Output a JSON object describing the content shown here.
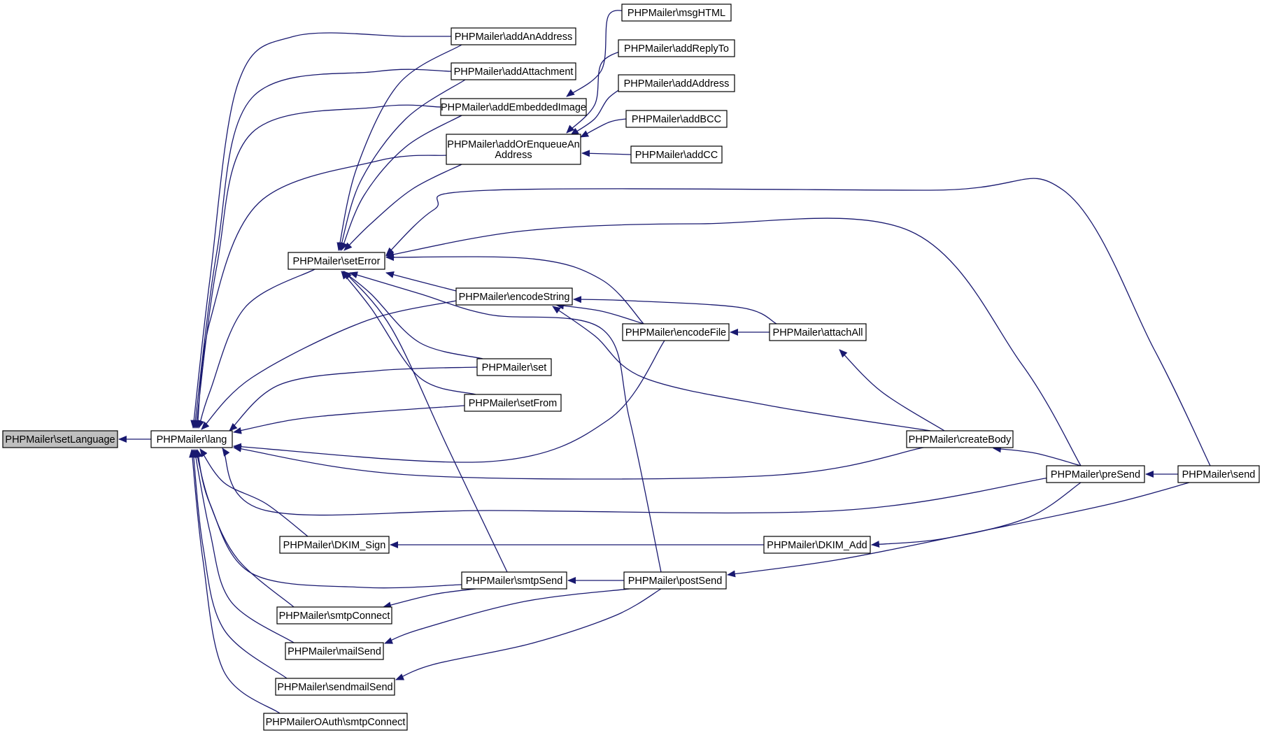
{
  "graph": {
    "title": "",
    "edge_color": "#191970",
    "root_fill": "#bfbfbf",
    "nodes": [
      {
        "id": "setLanguage",
        "label": "PHPMailer\\setLanguage",
        "root": true
      },
      {
        "id": "lang",
        "label": "PHPMailer\\lang"
      },
      {
        "id": "addAnAddress",
        "label": "PHPMailer\\addAnAddress"
      },
      {
        "id": "addAttachment",
        "label": "PHPMailer\\addAttachment"
      },
      {
        "id": "addEmbeddedImage",
        "label": "PHPMailer\\addEmbeddedImage"
      },
      {
        "id": "addOrEnqueue",
        "label": "PHPMailer\\addOrEnqueueAn Address"
      },
      {
        "id": "setError",
        "label": "PHPMailer\\setError"
      },
      {
        "id": "encodeString",
        "label": "PHPMailer\\encodeString"
      },
      {
        "id": "set",
        "label": "PHPMailer\\set"
      },
      {
        "id": "setFrom",
        "label": "PHPMailer\\setFrom"
      },
      {
        "id": "DKIM_Sign",
        "label": "PHPMailer\\DKIM_Sign"
      },
      {
        "id": "smtpSend",
        "label": "PHPMailer\\smtpSend"
      },
      {
        "id": "smtpConnect",
        "label": "PHPMailer\\smtpConnect"
      },
      {
        "id": "mailSend",
        "label": "PHPMailer\\mailSend"
      },
      {
        "id": "sendmailSend",
        "label": "PHPMailer\\sendmailSend"
      },
      {
        "id": "oauthSmtpConnect",
        "label": "PHPMailerOAuth\\smtpConnect"
      },
      {
        "id": "msgHTML",
        "label": "PHPMailer\\msgHTML"
      },
      {
        "id": "addReplyTo",
        "label": "PHPMailer\\addReplyTo"
      },
      {
        "id": "addAddress",
        "label": "PHPMailer\\addAddress"
      },
      {
        "id": "addBCC",
        "label": "PHPMailer\\addBCC"
      },
      {
        "id": "addCC",
        "label": "PHPMailer\\addCC"
      },
      {
        "id": "encodeFile",
        "label": "PHPMailer\\encodeFile"
      },
      {
        "id": "attachAll",
        "label": "PHPMailer\\attachAll"
      },
      {
        "id": "createBody",
        "label": "PHPMailer\\createBody"
      },
      {
        "id": "preSend",
        "label": "PHPMailer\\preSend"
      },
      {
        "id": "send",
        "label": "PHPMailer\\send"
      },
      {
        "id": "DKIM_Add",
        "label": "PHPMailer\\DKIM_Add"
      },
      {
        "id": "postSend",
        "label": "PHPMailer\\postSend"
      }
    ],
    "edges": [
      {
        "from": "lang",
        "to": "setLanguage"
      },
      {
        "from": "addAnAddress",
        "to": "lang"
      },
      {
        "from": "addAttachment",
        "to": "lang"
      },
      {
        "from": "addEmbeddedImage",
        "to": "lang"
      },
      {
        "from": "addOrEnqueue",
        "to": "lang"
      },
      {
        "from": "setError",
        "to": "lang"
      },
      {
        "from": "encodeString",
        "to": "lang"
      },
      {
        "from": "set",
        "to": "lang"
      },
      {
        "from": "setFrom",
        "to": "lang"
      },
      {
        "from": "encodeFile",
        "to": "lang"
      },
      {
        "from": "createBody",
        "to": "lang"
      },
      {
        "from": "preSend",
        "to": "lang"
      },
      {
        "from": "DKIM_Sign",
        "to": "lang"
      },
      {
        "from": "smtpSend",
        "to": "lang"
      },
      {
        "from": "smtpConnect",
        "to": "lang"
      },
      {
        "from": "mailSend",
        "to": "lang"
      },
      {
        "from": "sendmailSend",
        "to": "lang"
      },
      {
        "from": "oauthSmtpConnect",
        "to": "lang"
      },
      {
        "from": "addAnAddress",
        "to": "setError"
      },
      {
        "from": "addAttachment",
        "to": "setError"
      },
      {
        "from": "addEmbeddedImage",
        "to": "setError"
      },
      {
        "from": "addOrEnqueue",
        "to": "setError"
      },
      {
        "from": "encodeString",
        "to": "setError"
      },
      {
        "from": "set",
        "to": "setError"
      },
      {
        "from": "setFrom",
        "to": "setError"
      },
      {
        "from": "encodeFile",
        "to": "setError"
      },
      {
        "from": "send",
        "to": "setError"
      },
      {
        "from": "preSend",
        "to": "setError"
      },
      {
        "from": "postSend",
        "to": "setError"
      },
      {
        "from": "smtpSend",
        "to": "setError"
      },
      {
        "from": "msgHTML",
        "to": "addEmbeddedImage"
      },
      {
        "from": "addReplyTo",
        "to": "addOrEnqueue"
      },
      {
        "from": "addAddress",
        "to": "addOrEnqueue"
      },
      {
        "from": "addBCC",
        "to": "addOrEnqueue"
      },
      {
        "from": "addCC",
        "to": "addOrEnqueue"
      },
      {
        "from": "encodeFile",
        "to": "encodeString"
      },
      {
        "from": "attachAll",
        "to": "encodeString"
      },
      {
        "from": "createBody",
        "to": "encodeString"
      },
      {
        "from": "attachAll",
        "to": "encodeFile"
      },
      {
        "from": "createBody",
        "to": "attachAll"
      },
      {
        "from": "preSend",
        "to": "createBody"
      },
      {
        "from": "send",
        "to": "preSend"
      },
      {
        "from": "DKIM_Add",
        "to": "DKIM_Sign"
      },
      {
        "from": "preSend",
        "to": "DKIM_Add"
      },
      {
        "from": "postSend",
        "to": "smtpSend"
      },
      {
        "from": "smtpSend",
        "to": "smtpConnect"
      },
      {
        "from": "postSend",
        "to": "mailSend"
      },
      {
        "from": "postSend",
        "to": "sendmailSend"
      },
      {
        "from": "send",
        "to": "postSend"
      }
    ]
  }
}
